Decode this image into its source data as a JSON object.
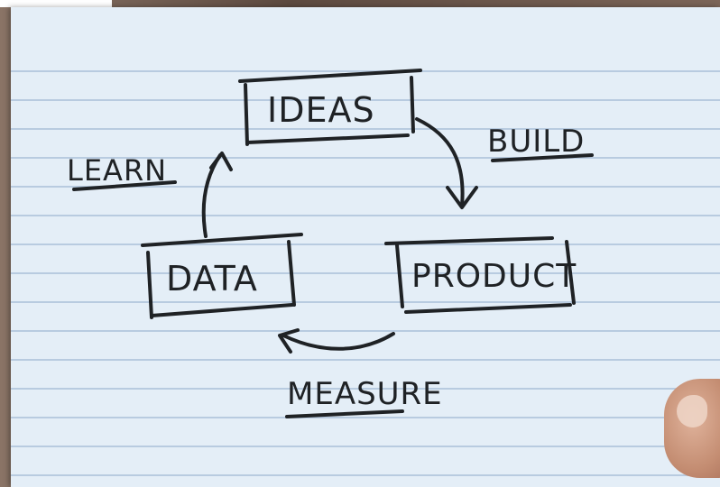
{
  "diagram": {
    "boxes": {
      "ideas": "IDEAS",
      "product": "PRODUCT",
      "data": "DATA"
    },
    "labels": {
      "build": "BUILD",
      "measure": "MEASURE",
      "learn": "LEARN"
    },
    "ink_color": "#1f2225",
    "card_color": "#e4eef7",
    "rule_color": "#b8cbe0"
  }
}
